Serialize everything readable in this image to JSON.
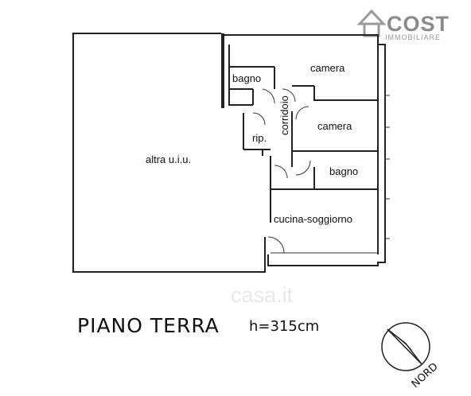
{
  "brand": {
    "name": "COST",
    "tagline": "IMMOBILIARE"
  },
  "watermark": "casa.it",
  "rooms": {
    "altra": "altra u.i.u.",
    "bagno_small": "bagno",
    "camera_top": "camera",
    "corridoio": "corridoio",
    "rip": "rip.",
    "camera_mid": "camera",
    "bagno": "bagno",
    "cucina": "cucina-soggiorno"
  },
  "floor": {
    "title": "PIANO TERRA",
    "height": "h=315cm"
  },
  "compass": {
    "label": "NORD"
  }
}
